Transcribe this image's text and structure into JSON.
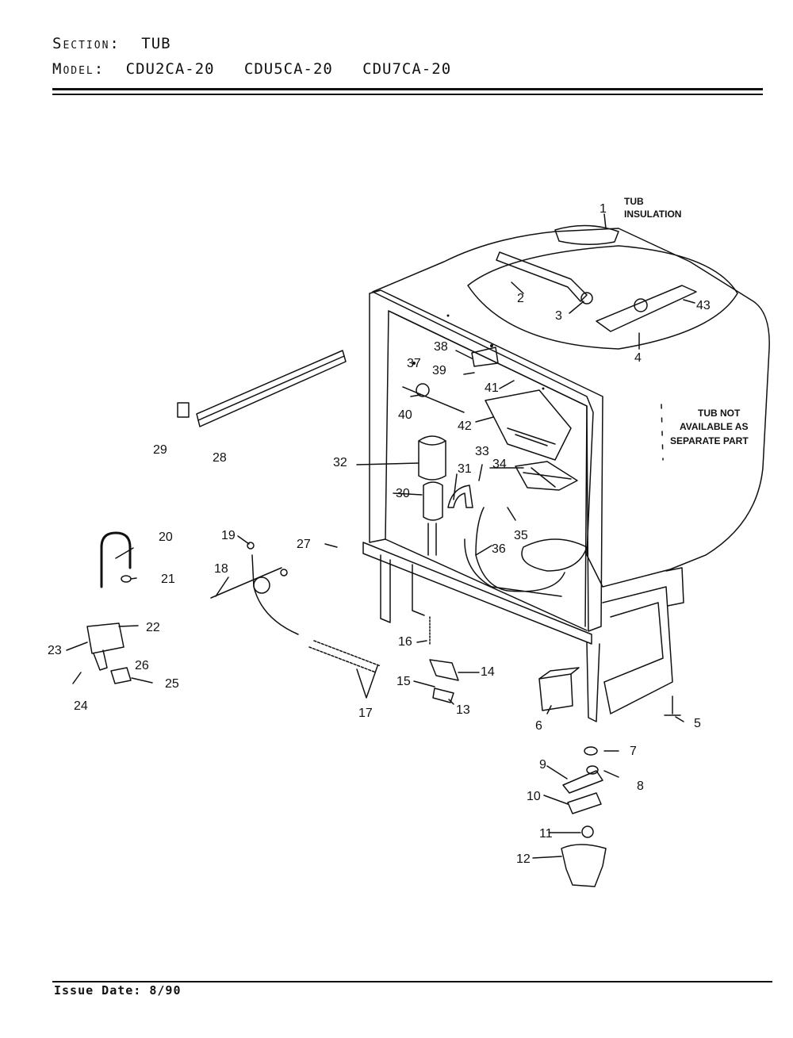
{
  "header": {
    "section_label": "Section:",
    "section_value": "TUB",
    "model_label": "Model:",
    "model_values": "CDU2CA-20   CDU5CA-20   CDU7CA-20"
  },
  "notes": {
    "tub_insulation_line1": "TUB",
    "tub_insulation_line2": "INSULATION",
    "tub_not_available_line1": "TUB NOT",
    "tub_not_available_line2": "AVAILABLE AS",
    "tub_not_available_line3": "SEPARATE PART"
  },
  "callouts": [
    "1",
    "2",
    "3",
    "4",
    "5",
    "6",
    "7",
    "8",
    "9",
    "10",
    "11",
    "12",
    "13",
    "14",
    "15",
    "16",
    "17",
    "18",
    "19",
    "20",
    "21",
    "22",
    "23",
    "24",
    "25",
    "26",
    "27",
    "28",
    "29",
    "30",
    "31",
    "32",
    "33",
    "34",
    "35",
    "36",
    "37",
    "38",
    "39",
    "40",
    "41",
    "42",
    "43"
  ],
  "footer": {
    "issue_date": "Issue Date: 8/90"
  }
}
